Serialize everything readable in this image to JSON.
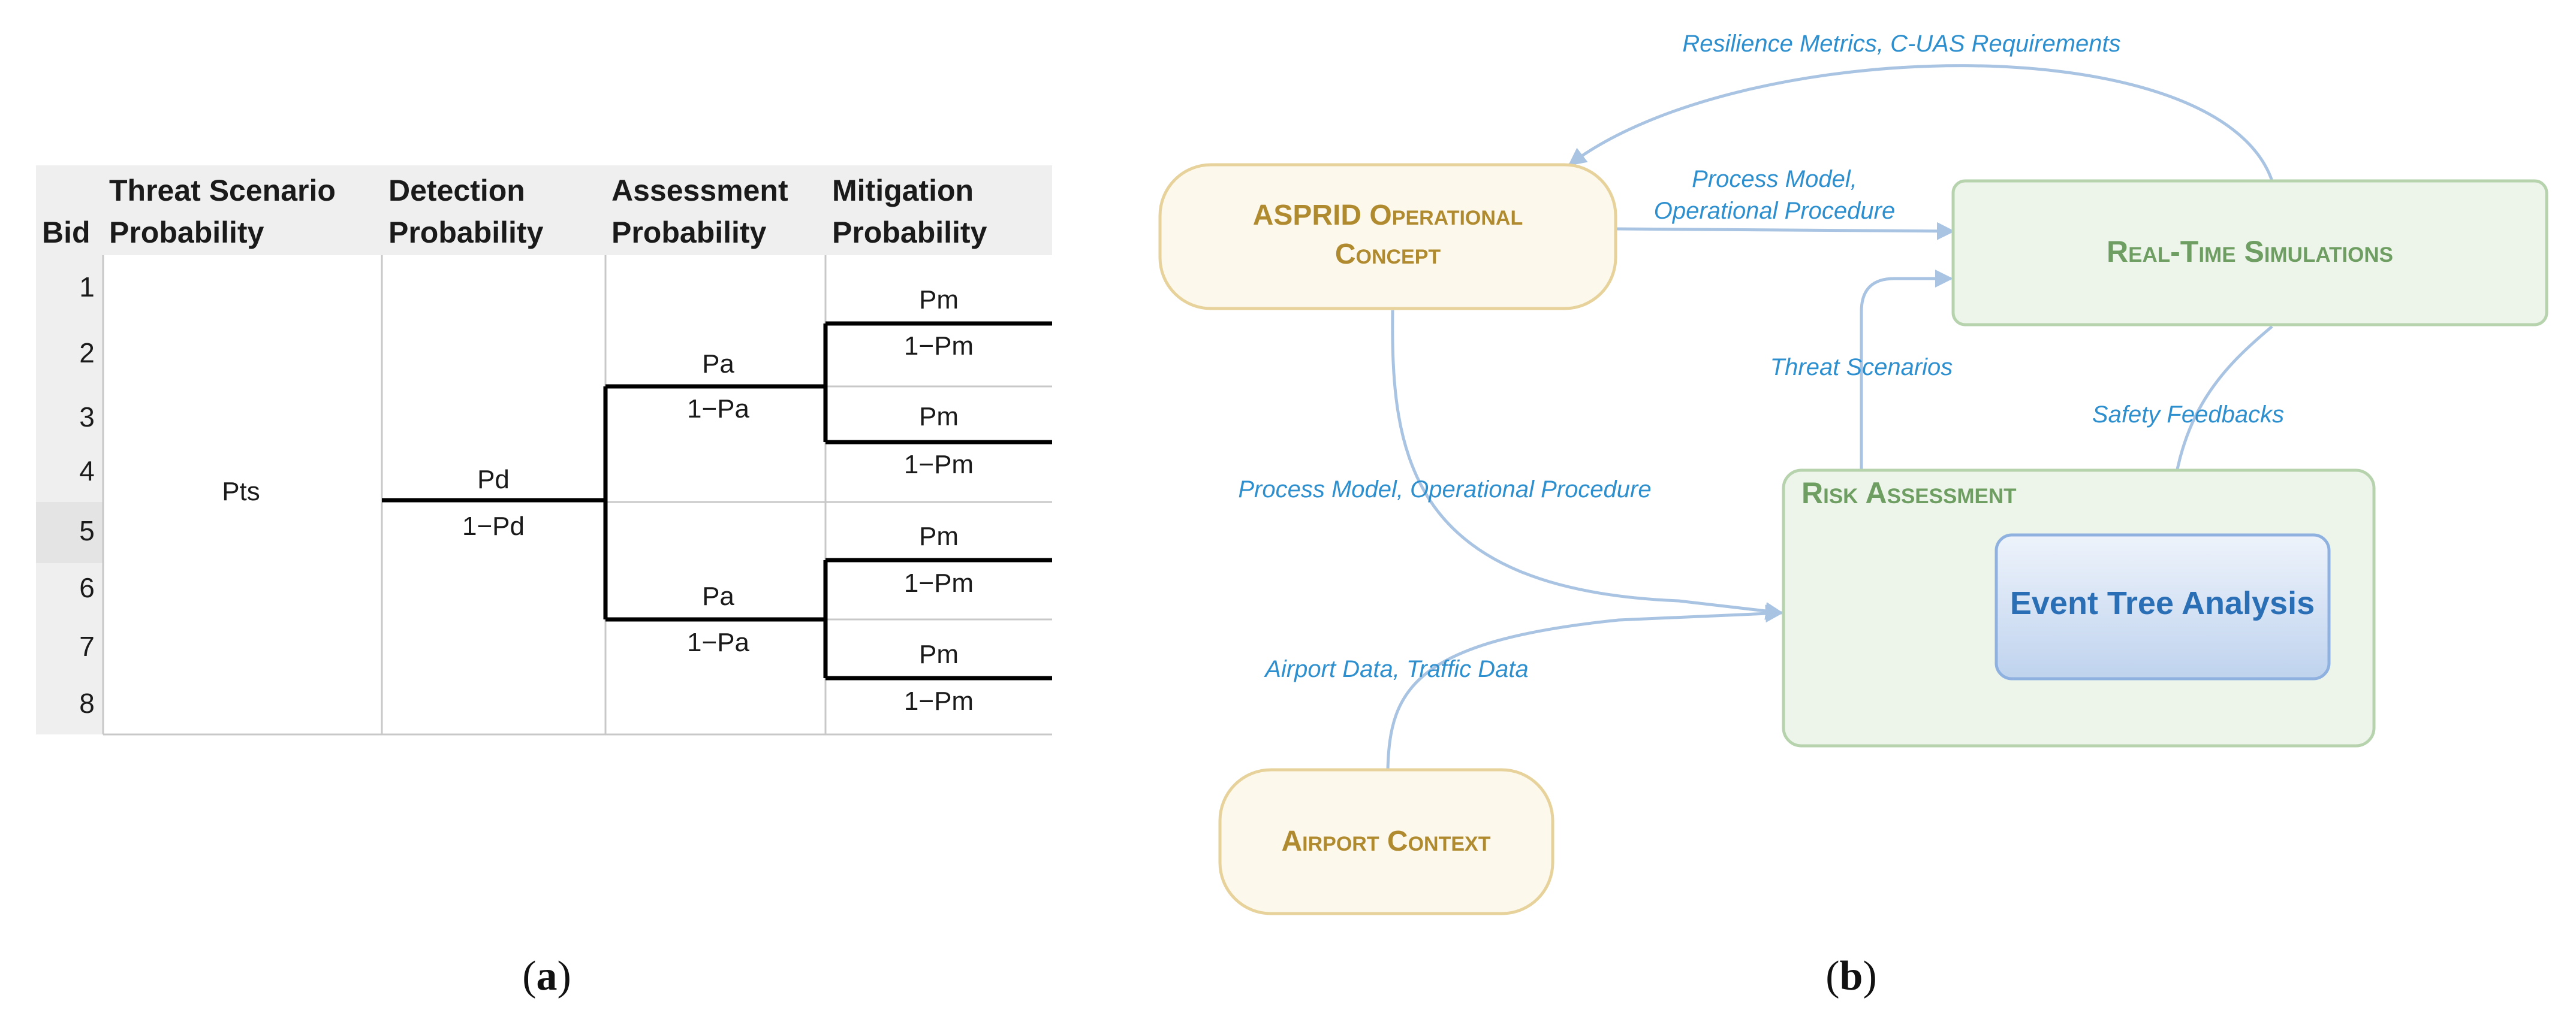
{
  "panel_a": {
    "headers": {
      "bid": "Bid",
      "threat": [
        "Threat Scenario",
        "Probability"
      ],
      "detection": [
        "Detection",
        "Probability"
      ],
      "assessment": [
        "Assessment",
        "Probability"
      ],
      "mitigation": [
        "Mitigation",
        "Probability"
      ]
    },
    "bids": [
      "1",
      "2",
      "3",
      "4",
      "5",
      "6",
      "7",
      "8"
    ],
    "threat_prob": "Pts",
    "detection": {
      "success": "Pd",
      "fail": "1−Pd"
    },
    "assessment": [
      {
        "success": "Pa",
        "fail": "1−Pa"
      },
      {
        "success": "Pa",
        "fail": "1−Pa"
      }
    ],
    "mitigation": [
      {
        "success": "Pm",
        "fail": "1−Pm"
      },
      {
        "success": "Pm",
        "fail": "1−Pm"
      },
      {
        "success": "Pm",
        "fail": "1−Pm"
      },
      {
        "success": "Pm",
        "fail": "1−Pm"
      }
    ],
    "caption": {
      "open": "(",
      "letter": "a",
      "close": ")"
    }
  },
  "panel_b": {
    "nodes": {
      "asprid": [
        "ASPRID Operational",
        "Concept"
      ],
      "rts": "Real-Time Simulations",
      "risk": "Risk Assessment",
      "eta": "Event Tree Analysis",
      "airport": "Airport Context"
    },
    "edges": {
      "resilience": "Resilience Metrics, C-UAS Requirements",
      "process_top": [
        "Process Model,",
        "Operational Procedure"
      ],
      "threat": "Threat Scenarios",
      "safety": "Safety Feedbacks",
      "process_bottom": "Process Model, Operational Procedure",
      "airport_data": "Airport Data, Traffic Data"
    },
    "colors": {
      "ochre_fill": "#fdf8ec",
      "ochre_stroke": "#e6d29a",
      "ochre_text": "#b08a2e",
      "green_fill": "#edf5eb",
      "green_stroke": "#b6d3ae",
      "green_text": "#6e9e62",
      "blue_text": "#2a6fb5",
      "arrow": "#a9c3e2",
      "edge_text": "#2e8fcf"
    },
    "caption": {
      "open": "(",
      "letter": "b",
      "close": ")"
    }
  }
}
